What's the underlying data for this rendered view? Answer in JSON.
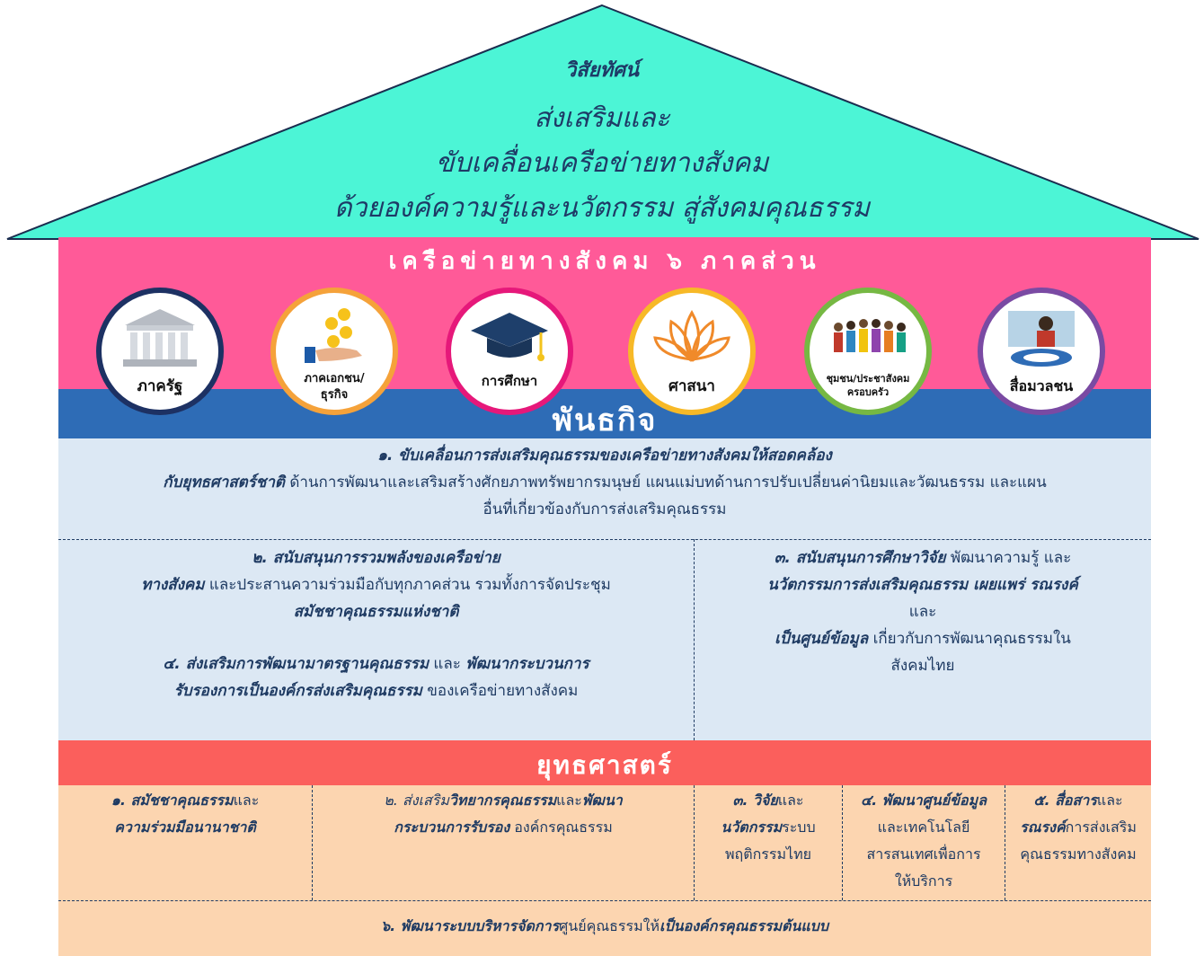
{
  "vision": {
    "title": "วิสัยทัศน์",
    "line1": "ส่งเสริมและ",
    "line2": "ขับเคลื่อนเครือข่ายทางสังคม",
    "line3": "ด้วยองค์ความรู้และนวัตกรรม สู่สังคมคุณธรรม"
  },
  "network": {
    "title": "เครือข่ายทางสังคม ๖ ภาคส่วน",
    "sectors": [
      {
        "label_1": "ภาครัฐ",
        "label_2": "",
        "icon": "government-building-icon",
        "color": "#1d3163"
      },
      {
        "label_1": "ภาคเอกชน/",
        "label_2": "ธุรกิจ",
        "icon": "hand-coins-icon",
        "color": "#f5a23a"
      },
      {
        "label_1": "การศึกษา",
        "label_2": "",
        "icon": "graduation-cap-icon",
        "color": "#e6187a"
      },
      {
        "label_1": "ศาสนา",
        "label_2": "",
        "icon": "lotus-icon",
        "color": "#f7b927"
      },
      {
        "label_1": "ชุมชน/ประชาสังคม",
        "label_2": "ครอบครัว",
        "icon": "community-people-icon",
        "color": "#76b843"
      },
      {
        "label_1": "สื่อมวลชน",
        "label_2": "",
        "icon": "media-reporter-icon",
        "color": "#7a4aa3"
      }
    ]
  },
  "mission": {
    "title": "พันธกิจ",
    "m1": {
      "head": "๑. ขับเคลื่อนการส่งเสริมคุณธรรมของเครือข่ายทางสังคมให้สอดคล้อง",
      "line2_bold": "กับยุทธศาสตร์ชาติ",
      "line2_rest": " ด้านการพัฒนาและเสริมสร้างศักยภาพทรัพยากรมนุษย์ แผนแม่บทด้านการปรับเปลี่ยนค่านิยมและวัฒนธรรม และแผน",
      "line3": "อื่นที่เกี่ยวข้องกับการส่งเสริมคุณธรรม"
    },
    "m2": {
      "head": "๒. สนับสนุนการรวมพลังของเครือข่าย",
      "line2_bold": "ทางสังคม",
      "line2_rest": " และประสานความร่วมมือกับทุกภาคส่วน รวมทั้งการจัดประชุม",
      "line3": "สมัชชาคุณธรรมแห่งชาติ"
    },
    "m4": {
      "bold1": "๔. ส่งเสริมการพัฒนามาตรฐานคุณธรรม",
      "mid": " และ ",
      "bold2": "พัฒนากระบวนการ",
      "line2_bold": "รับรองการเป็นองค์กรส่งเสริมคุณธรรม",
      "line2_rest": " ของเครือข่ายทางสังคม"
    },
    "m3": {
      "bold1": "๓. สนับสนุนการศึกษาวิจัย",
      "rest1": " พัฒนาความรู้ และ",
      "line2": "นวัตกรรมการส่งเสริมคุณธรรม เผยแพร่ รณรงค์",
      "line3": "และ",
      "line4_bold": "เป็นศูนย์ข้อมูล",
      "line4_rest": " เกี่ยวกับการพัฒนาคุณธรรมใน",
      "line5": "สังคมไทย"
    }
  },
  "strategy": {
    "title": "ยุทธศาสตร์",
    "s1": {
      "bold": "๑. สมัชชาคุณธรรม",
      "rest": "และ",
      "line2": "ความร่วมมือนานาชาติ"
    },
    "s2": {
      "num": "๒. ส่งเสริม",
      "bold1": "วิทยากรคุณธรรม",
      "mid": "และ",
      "bold2": "พัฒนา",
      "line2_bold": "กระบวนการรับรอง",
      "line2_rest": " องค์กรคุณธรรม"
    },
    "s3": {
      "bold": "๓. วิจัย",
      "rest": "และ",
      "line2_bold": "นวัตกรรม",
      "line2_rest": "ระบบ",
      "line3": "พฤติกรรมไทย"
    },
    "s4": {
      "bold": "๔. พัฒนาศูนย์ข้อมูล",
      "line2": "และเทคโนโลยี",
      "line3": "สารสนเทศเพื่อการ",
      "line4": "ให้บริการ"
    },
    "s5": {
      "bold": "๕. สื่อสาร",
      "rest": "และ",
      "line2_bold": "รณรงค์",
      "line2_rest": "การส่งเสริม",
      "line3": "คุณธรรมทางสังคม"
    },
    "s6": {
      "bold1": "๖. พัฒนาระบบบริหารจัดการ",
      "mid": "ศูนย์คุณธรรมให้",
      "bold2": "เป็นองค์กรคุณธรรมต้นแบบ"
    }
  },
  "colors": {
    "roof": "#4cf5d6",
    "network_band": "#ff5a98",
    "mission_band": "#2e6cb6",
    "mission_area": "#dce8f4",
    "strategy_band": "#fb5f5c",
    "strategy_area": "#fcd5b0"
  }
}
